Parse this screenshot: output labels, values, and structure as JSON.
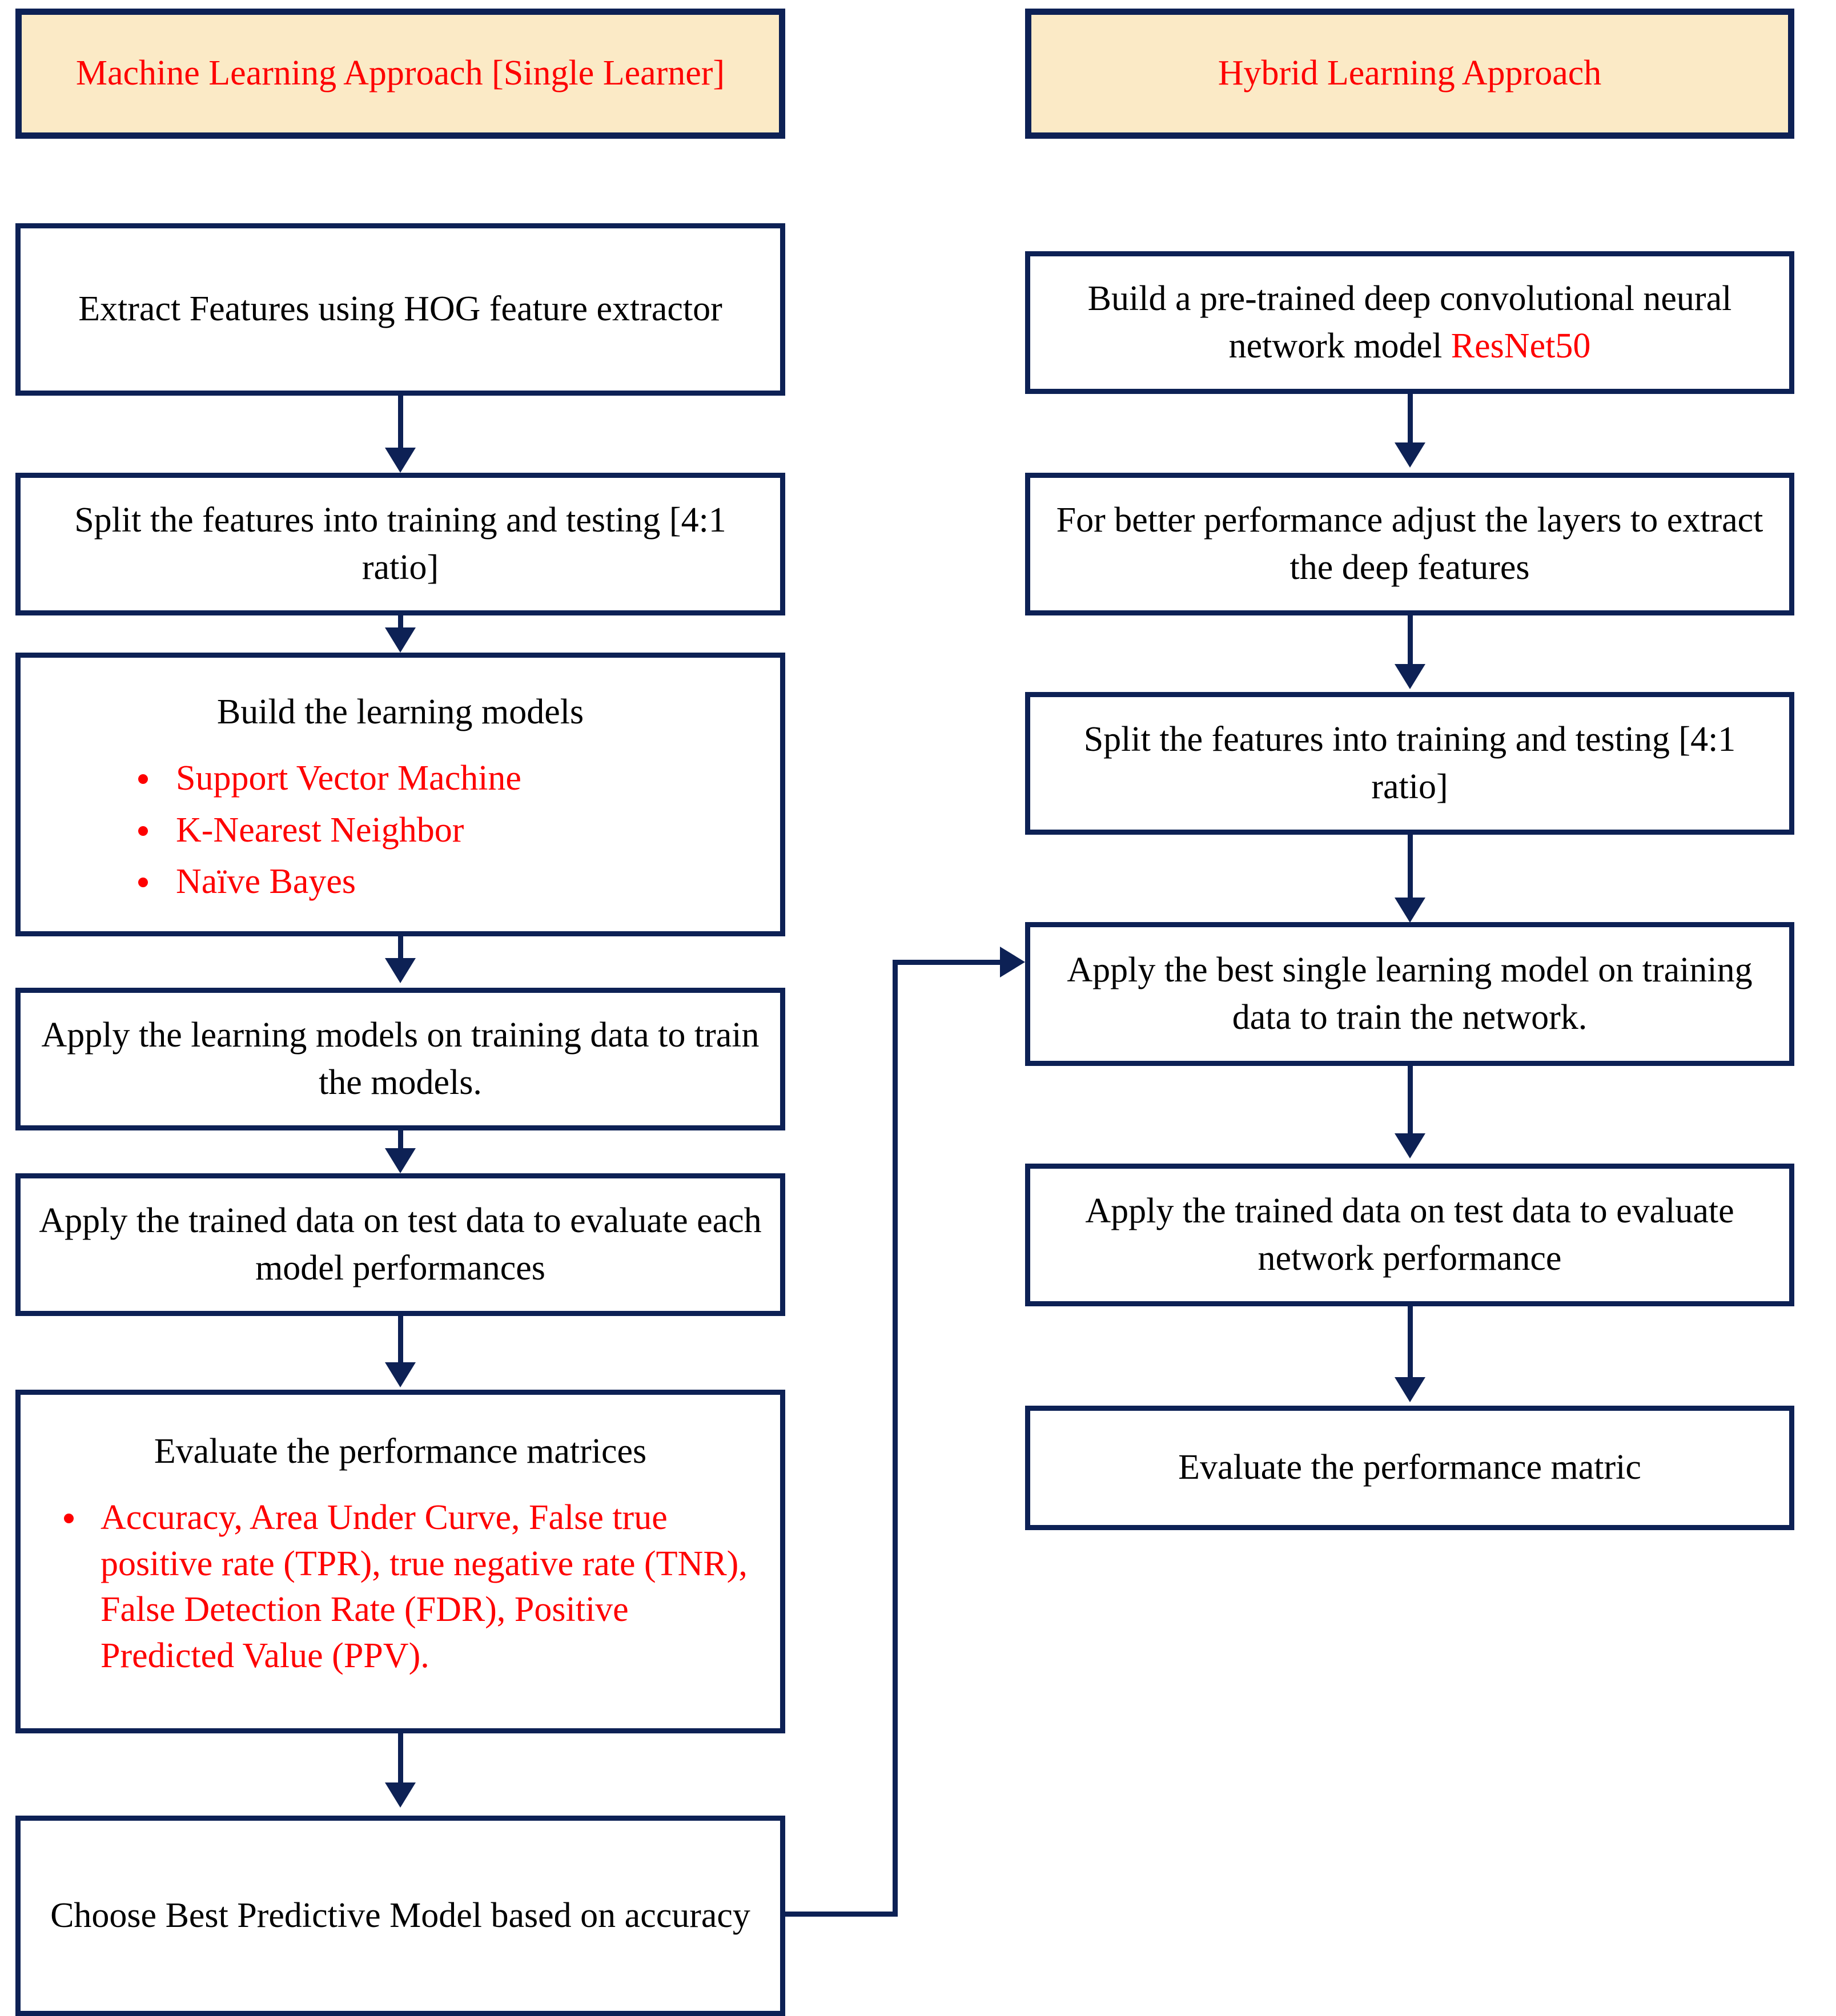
{
  "figure": {
    "type": "flowchart",
    "columns": [
      {
        "id": "left",
        "header": "Machine Learning Approach [Single Learner]",
        "nodes": [
          {
            "id": "ml-1",
            "title": "Extract Features using HOG feature extractor"
          },
          {
            "id": "ml-2",
            "title": "Split the features into training and testing [4:1 ratio]"
          },
          {
            "id": "ml-3",
            "title": "Build the learning models",
            "bullets": [
              "Support Vector Machine",
              "K-Nearest Neighbor",
              "Naïve Bayes"
            ]
          },
          {
            "id": "ml-4",
            "title": "Apply the learning models on training data to train the models."
          },
          {
            "id": "ml-5",
            "title": "Apply the trained data on test data to evaluate each model performances"
          },
          {
            "id": "ml-6",
            "title": "Evaluate the performance matrices",
            "bullets": [
              "Accuracy, Area Under Curve, False true positive rate (TPR), true negative rate (TNR), False Detection Rate (FDR), Positive Predicted Value (PPV)."
            ]
          },
          {
            "id": "ml-7",
            "title": "Choose Best Predictive Model based on accuracy"
          }
        ]
      },
      {
        "id": "right",
        "header": "Hybrid Learning Approach",
        "nodes": [
          {
            "id": "hy-1",
            "title_plain": "Build a pre-trained deep convolutional neural network model ",
            "title_accent": "ResNet50"
          },
          {
            "id": "hy-2",
            "title": "For better performance adjust the layers to extract the deep features"
          },
          {
            "id": "hy-3",
            "title": "Split the features into training and testing [4:1 ratio]"
          },
          {
            "id": "hy-4",
            "title": "Apply the best single learning model on training data to train the network."
          },
          {
            "id": "hy-5",
            "title": "Apply the trained data on test data to evaluate network performance"
          },
          {
            "id": "hy-6",
            "title": "Evaluate the performance matric"
          }
        ]
      }
    ],
    "colors": {
      "border": "#0d2155",
      "header_fill": "#fbeac6",
      "accent_text": "#fe0000",
      "body_text": "#000000",
      "node_fill": "#ffffff"
    }
  }
}
